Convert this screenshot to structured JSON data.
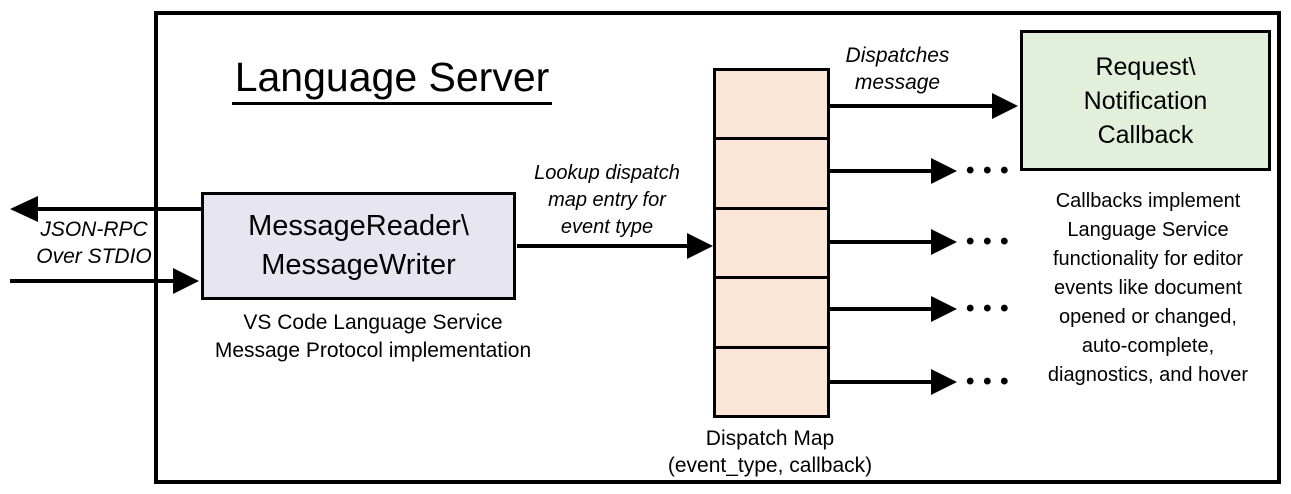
{
  "diagram": {
    "title": "Language Server",
    "io_label": [
      "JSON-RPC",
      "Over STDIO"
    ],
    "reader_box": [
      "MessageReader\\",
      "MessageWriter"
    ],
    "reader_caption": [
      "VS Code Language Service",
      "Message Protocol implementation"
    ],
    "lookup_label": [
      "Lookup dispatch",
      "map entry for",
      "event type"
    ],
    "dispatch_label": [
      "Dispatches",
      "message"
    ],
    "callback_box": [
      "Request\\",
      "Notification",
      "Callback"
    ],
    "callback_caption": [
      "Callbacks implement",
      "Language Service",
      "functionality for editor",
      "events like document",
      "opened or changed,",
      "auto-complete,",
      "diagnostics, and hover"
    ],
    "map_caption": [
      "Dispatch Map",
      "(event_type, callback)"
    ],
    "ellipsis": "• • •",
    "colors": {
      "reader_fill": "#e7e6f0",
      "map_fill": "#fbe5d6",
      "callback_fill": "#e2efda",
      "stroke": "#000000"
    }
  }
}
